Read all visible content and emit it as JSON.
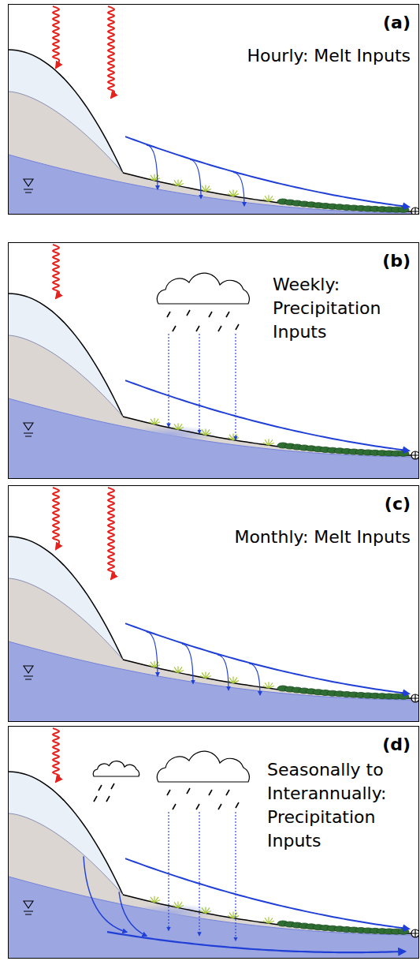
{
  "diagram": {
    "nodes": [
      {
        "text": [
          "(a)",
          "Hourly: Melt Inputs"
        ]
      },
      {
        "text": [
          "(b)",
          "Weekly: Precipitation Inputs"
        ]
      },
      {
        "text": [
          "(c)",
          "Monthly: Melt Inputs"
        ]
      },
      {
        "text": [
          "(d)",
          "Seasonally to Interannually: Precipitation Inputs"
        ]
      }
    ]
  }
}
